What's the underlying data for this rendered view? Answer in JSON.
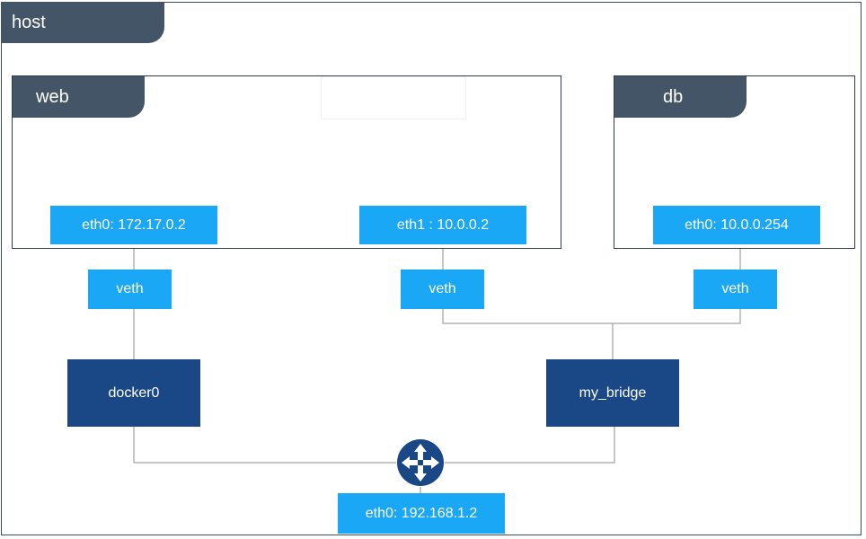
{
  "host": {
    "label": "host"
  },
  "containers": {
    "web": {
      "label": "web"
    },
    "db": {
      "label": "db"
    }
  },
  "interfaces": {
    "web_eth0": "eth0: 172.17.0.2",
    "web_eth1": "eth1 : 10.0.0.2",
    "db_eth0": "eth0: 10.0.0.254",
    "host_eth0": "eth0: 192.168.1.2"
  },
  "veths": [
    "veth",
    "veth",
    "veth"
  ],
  "bridges": {
    "docker0": "docker0",
    "my_bridge": "my_bridge"
  },
  "icons": {
    "router": "router-icon"
  },
  "colors": {
    "tab": "#435566",
    "interface": "#1aa7f5",
    "bridge": "#1a4886",
    "wire": "#b3b3b3",
    "router": "#1a4886"
  }
}
